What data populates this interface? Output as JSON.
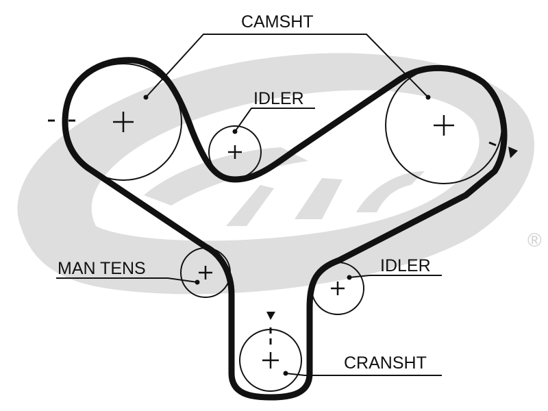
{
  "labels": {
    "camshaft": "CAMSHT",
    "idler_top": "IDLER",
    "idler_right": "IDLER",
    "manual_tensioner": "MAN TENS",
    "crankshaft": "CRANSHT"
  },
  "watermark": {
    "registered_mark": "®",
    "logo": "Gates",
    "color": "#dedede"
  },
  "colors": {
    "ink": "#111111",
    "background": "#ffffff"
  },
  "icons": [
    "timing-mark-arrow-icon",
    "center-cross-icon",
    "minus-mark-icon"
  ]
}
